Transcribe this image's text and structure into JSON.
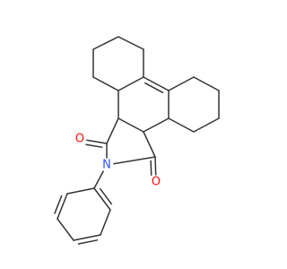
{
  "molecule": {
    "atoms": {
      "oxygen_left": {
        "symbol": "O",
        "color": "#ff0d0d"
      },
      "oxygen_right": {
        "symbol": "O",
        "color": "#ff0d0d"
      },
      "nitrogen": {
        "symbol": "N",
        "color": "#3050f8"
      }
    },
    "bond_color": "#333333",
    "background": "#ffffff"
  }
}
